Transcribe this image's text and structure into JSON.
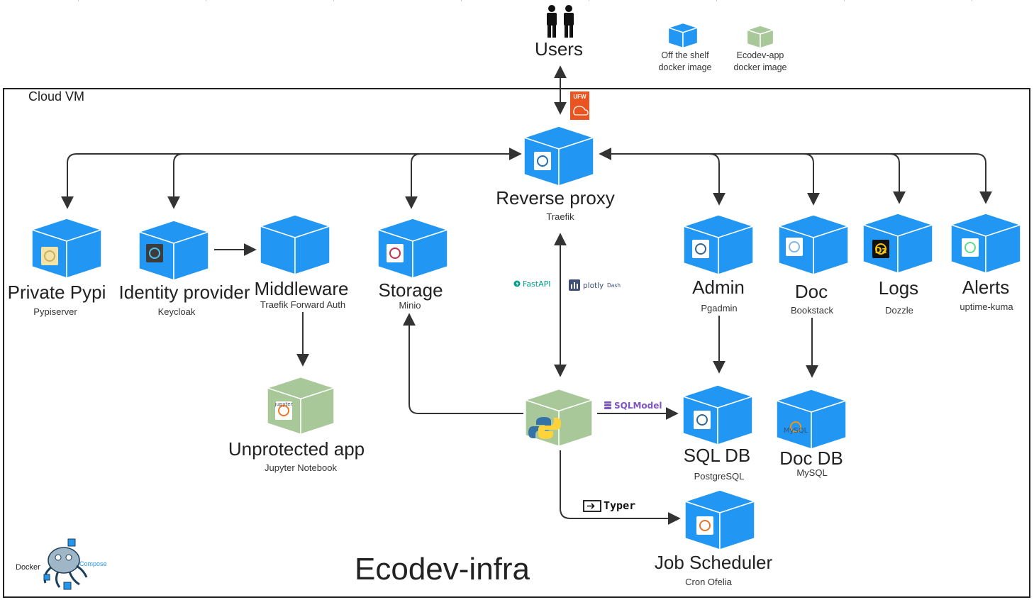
{
  "diagram": {
    "title": "Ecodev-infra",
    "vm_label": "Cloud VM",
    "users_label": "Users",
    "legend": {
      "off_shelf_line1": "Off the shelf",
      "off_shelf_line2": "docker image",
      "ecodev_line1": "Ecodev-app",
      "ecodev_line2": "docker image"
    },
    "nodes": {
      "reverse_proxy": {
        "title": "Reverse proxy",
        "sub": "Traefik"
      },
      "private_pypi": {
        "title": "Private Pypi",
        "sub": "Pypiserver"
      },
      "identity": {
        "title": "Identity provider",
        "sub": "Keycloak"
      },
      "middleware": {
        "title": "Middleware",
        "sub": "Traefik Forward Auth"
      },
      "storage": {
        "title": "Storage",
        "sub": "Minio"
      },
      "admin": {
        "title": "Admin",
        "sub": "Pgadmin"
      },
      "doc": {
        "title": "Doc",
        "sub": "Bookstack"
      },
      "logs": {
        "title": "Logs",
        "sub": "Dozzle"
      },
      "alerts": {
        "title": "Alerts",
        "sub": "uptime-kuma"
      },
      "unprotected": {
        "title": "Unprotected app",
        "sub": "Jupyter Notebook"
      },
      "sqldb": {
        "title": "SQL DB",
        "sub": "PostgreSQL"
      },
      "docdb": {
        "title": "Doc DB",
        "sub": "MySQL"
      },
      "jobs": {
        "title": "Job Scheduler",
        "sub": "Cron Ofelia"
      }
    },
    "logos": {
      "ufw": "UFW",
      "fastapi": "FastAPI",
      "plotly": "plotly",
      "dash": "Dash",
      "sqlmodel": "SQLModel",
      "typer": "Typer",
      "jupyter": "jupyter",
      "mysql": "MySQL",
      "docker": "Docker",
      "compose": "Compose",
      "dz": "Dz"
    },
    "colors": {
      "off_shelf_blue": "#2196F3",
      "ecodev_green": "#A9C899",
      "ufw_orange": "#E95420",
      "arrow": "#333333"
    }
  }
}
